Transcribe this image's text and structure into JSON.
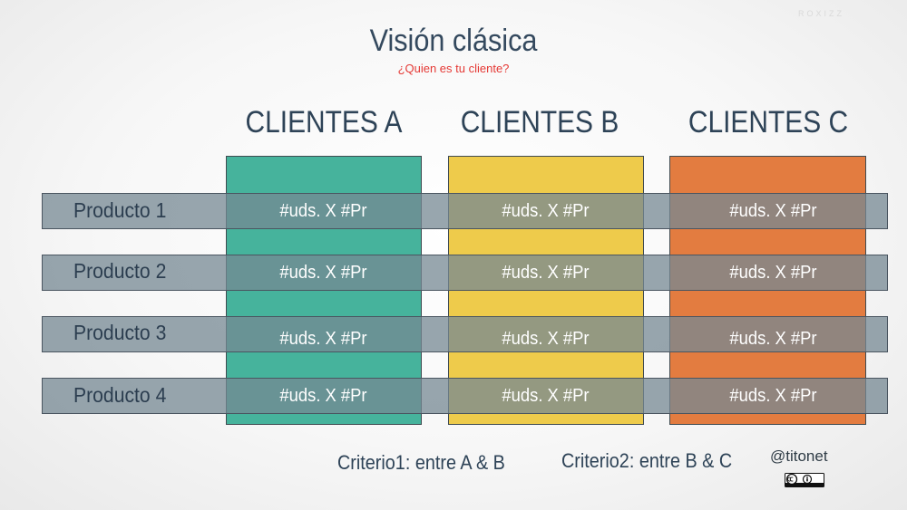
{
  "watermark": "ROXIZZ",
  "title": "Visión clásica",
  "subtitle": "¿Quien es tu cliente?",
  "columns": [
    {
      "label": "CLIENTES A",
      "color": "#46b39c"
    },
    {
      "label": "CLIENTES B",
      "color": "#eecb4b"
    },
    {
      "label": "CLIENTES C",
      "color": "#e37c40"
    }
  ],
  "rows": [
    "Producto 1",
    "Producto 2",
    "Producto 3",
    "Producto 4"
  ],
  "cell_text": "#uds. X #Pr",
  "row_band_color": "#758893",
  "criteria": [
    "Criterio1: entre A & B",
    "Criterio2: entre B & C"
  ],
  "author": "@titonet",
  "license_badge": "cc-by-icon"
}
